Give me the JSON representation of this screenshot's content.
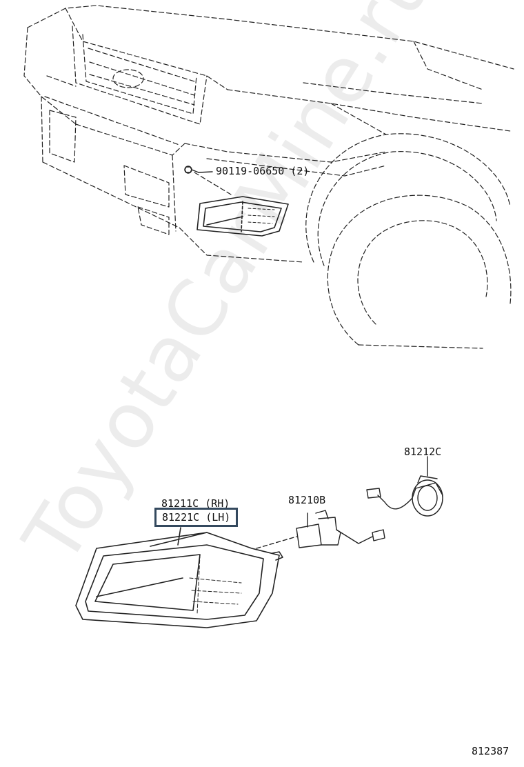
{
  "labels": {
    "bolt": "90119-06650 (2)",
    "housing_rh": "81211C (RH)",
    "housing_lh": "81221C (LH)",
    "bulb": "81210B",
    "socket": "81212C",
    "diagram_no": "812387"
  },
  "watermark": "ToyotaCarMine.ru",
  "colors": {
    "line": "#222222",
    "highlight_border": "#34495e"
  }
}
